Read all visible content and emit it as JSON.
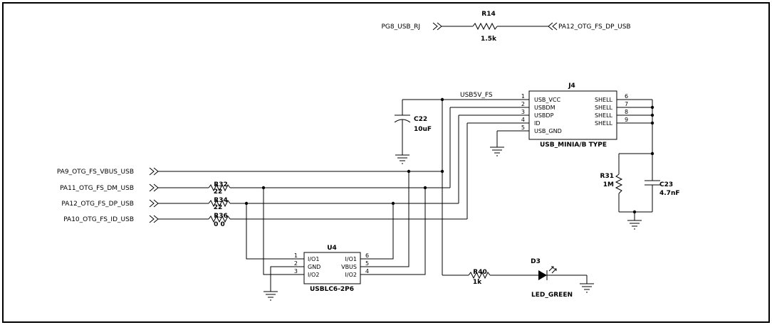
{
  "nets": {
    "pg8": "PG8_USB_RJ",
    "pa12_top": "PA12_OTG_FS_DP_USB",
    "vbus": "PA9_OTG_FS_VBUS_USB",
    "dm": "PA11_OTG_FS_DM_USB",
    "dp": "PA12_OTG_FS_DP_USB",
    "id": "PA10_OTG_FS_ID_USB",
    "usb5v": "USB5V_FS"
  },
  "components": {
    "r14": {
      "ref": "R14",
      "value": "1.5k"
    },
    "c22": {
      "ref": "C22",
      "value": "10uF"
    },
    "j4": {
      "ref": "J4",
      "name": "USB_MINIA/B TYPE",
      "left_pins": [
        "1",
        "2",
        "3",
        "4",
        "5"
      ],
      "left_labels": [
        "USB_VCC",
        "USBDM",
        "USBDP",
        "ID",
        "USB_GND"
      ],
      "right_pins": [
        "6",
        "7",
        "8",
        "9"
      ],
      "right_labels": [
        "SHELL",
        "SHELL",
        "SHELL",
        "SHELL"
      ]
    },
    "r31": {
      "ref": "R31",
      "value": "1M"
    },
    "c23": {
      "ref": "C23",
      "value": "4.7nF"
    },
    "r32": {
      "ref": "R32",
      "value": "22"
    },
    "r34": {
      "ref": "R34",
      "value": "22"
    },
    "r36": {
      "ref": "R36",
      "value": "0 0"
    },
    "u4": {
      "ref": "U4",
      "name": "USBLC6-2P6",
      "left_pins": [
        "1",
        "2",
        "3"
      ],
      "left_labels": [
        "I/O1",
        "GND",
        "I/O2"
      ],
      "right_pins": [
        "6",
        "5",
        "4"
      ],
      "right_labels": [
        "I/O1",
        "VBUS",
        "I/O2"
      ]
    },
    "r40": {
      "ref": "R40",
      "value": "1k"
    },
    "d3": {
      "ref": "D3",
      "value": "LED_GREEN"
    }
  }
}
